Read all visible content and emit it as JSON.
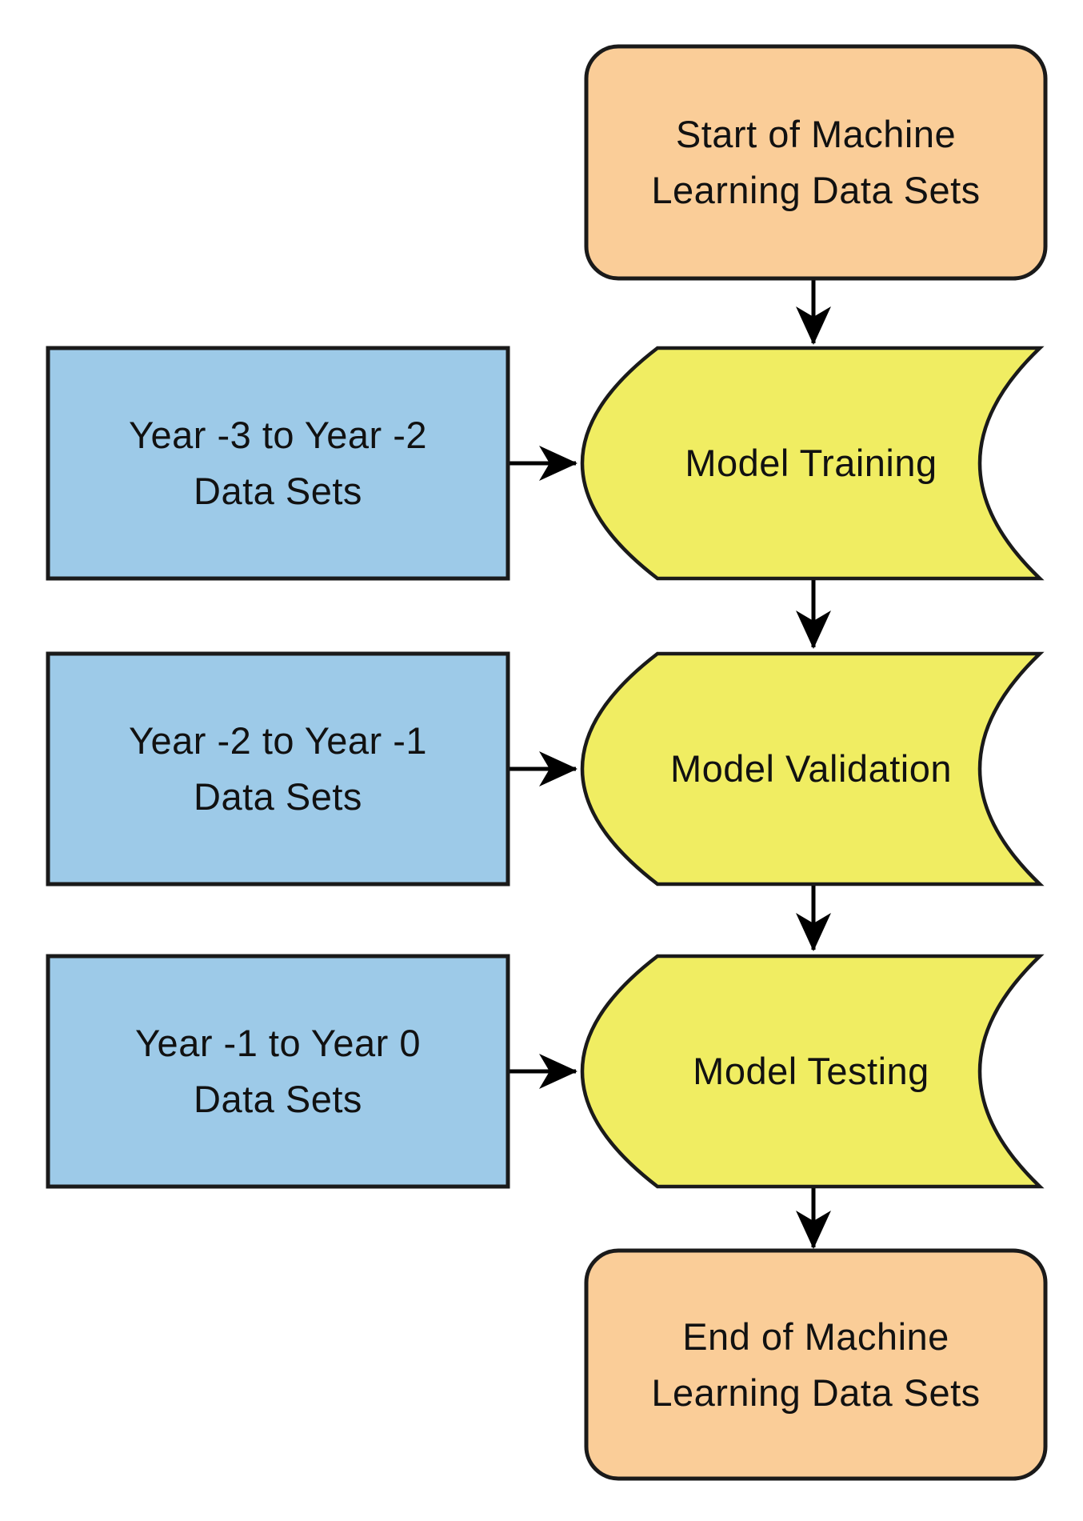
{
  "diagram": {
    "start_label": "Start of Machine\nLearning Data Sets",
    "end_label": "End of Machine\nLearning Data Sets",
    "rows": [
      {
        "dataset": "Year -3 to Year -2\nData Sets",
        "stage": "Model Training"
      },
      {
        "dataset": "Year -2 to Year -1\nData Sets",
        "stage": "Model Validation"
      },
      {
        "dataset": "Year -1 to Year 0\nData Sets",
        "stage": "Model Testing"
      }
    ],
    "colors": {
      "terminator_fill": "#FACD98",
      "dataset_fill": "#9DCAE8",
      "stage_fill": "#F0ED62",
      "stroke": "#1A1A1A",
      "connector": "#000000",
      "text": "#111111",
      "background": "#FFFFFF"
    }
  }
}
